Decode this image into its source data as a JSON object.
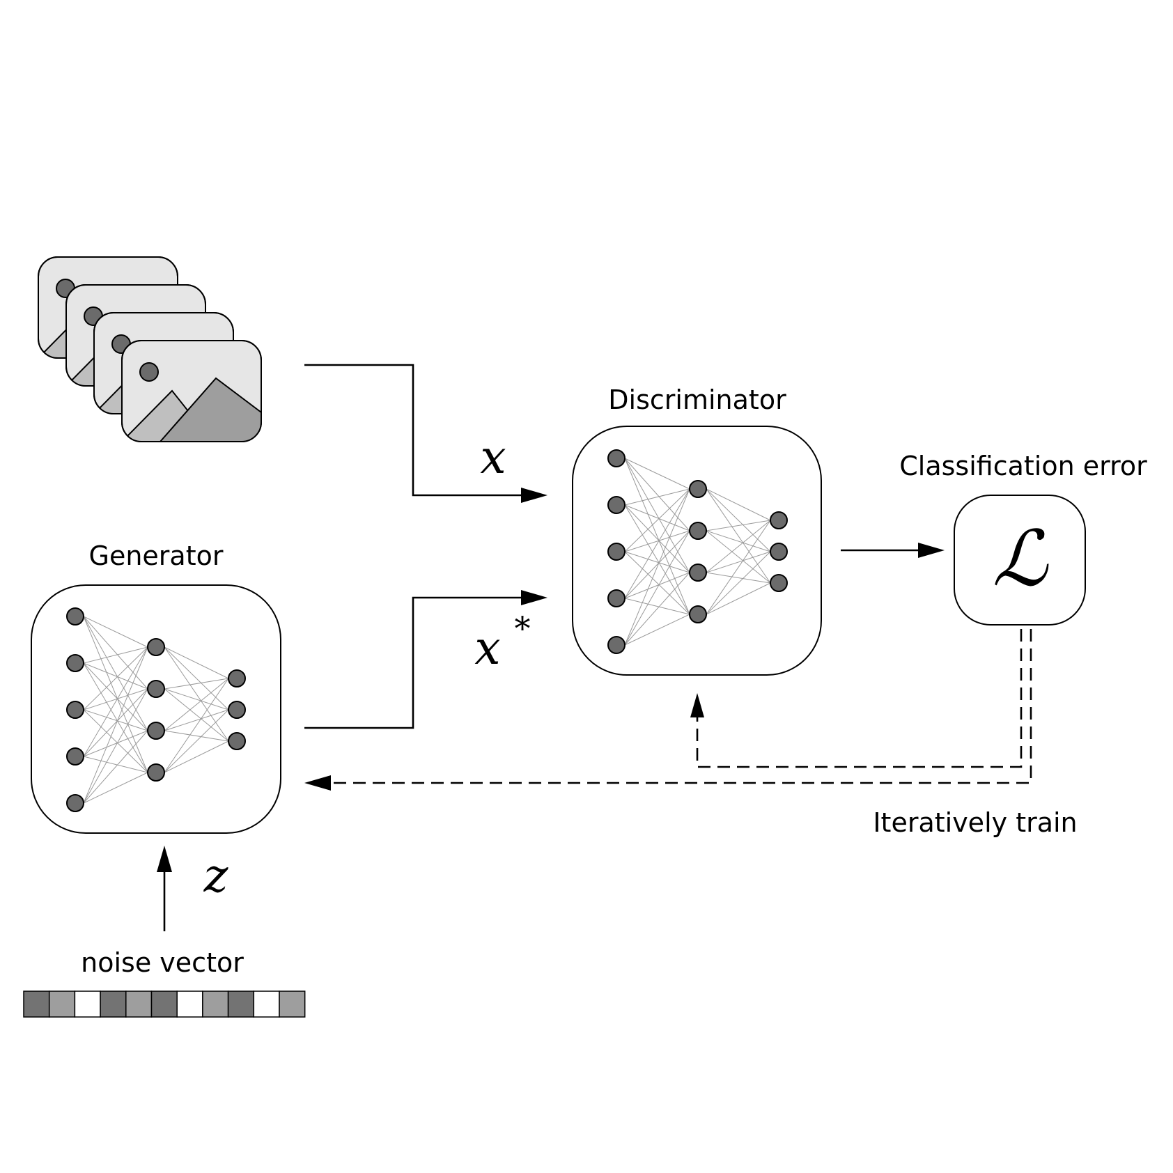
{
  "labels": {
    "generator": "Generator",
    "discriminator": "Discriminator",
    "classification_error": "Classification error",
    "iteratively_train": "Iteratively train",
    "noise_vector": "noise vector"
  },
  "math": {
    "real_input": "x",
    "fake_input": "x",
    "fake_superscript": "*",
    "latent": "z",
    "loss": "ℒ"
  },
  "networks": {
    "generator_layers": [
      5,
      4,
      3
    ],
    "discriminator_layers": [
      5,
      4,
      3
    ]
  },
  "noise_vector_cells": [
    "dark",
    "mid",
    "white",
    "dark",
    "mid",
    "dark",
    "white",
    "mid",
    "dark",
    "white",
    "mid"
  ],
  "image_stack_count": 4,
  "colors": {
    "dark": "#737373",
    "mid": "#9e9e9e",
    "white": "#ffffff",
    "node": "#6b6b6b"
  }
}
